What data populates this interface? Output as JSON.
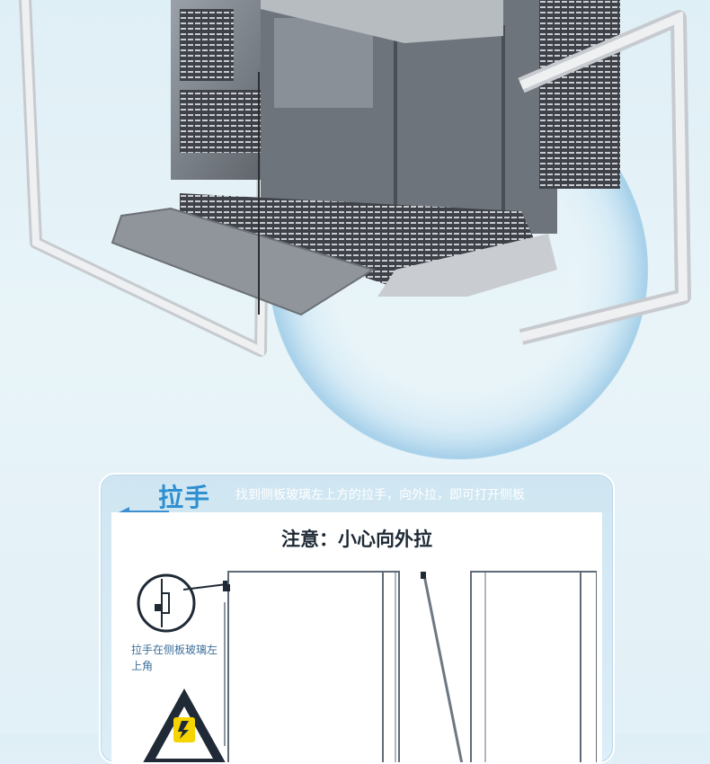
{
  "hero": {
    "icons": [
      "pc-case-illustration",
      "side-panel-outline",
      "glass-bubble"
    ]
  },
  "handle_section": {
    "title": "拉手",
    "description": "找到侧板玻璃左上方的拉手，向外拉，即可打开侧板",
    "notice": "注意：小心向外拉",
    "handle_label": "拉手在侧板玻璃左上角",
    "icons": [
      "left-arrow-icon",
      "handle-detail-icon",
      "warning-triangle-icon"
    ]
  },
  "colors": {
    "accent": "#2f8fd0",
    "card_bg": "#cfe6f2",
    "label": "#3d6f9a",
    "warning": "#f5d400"
  }
}
